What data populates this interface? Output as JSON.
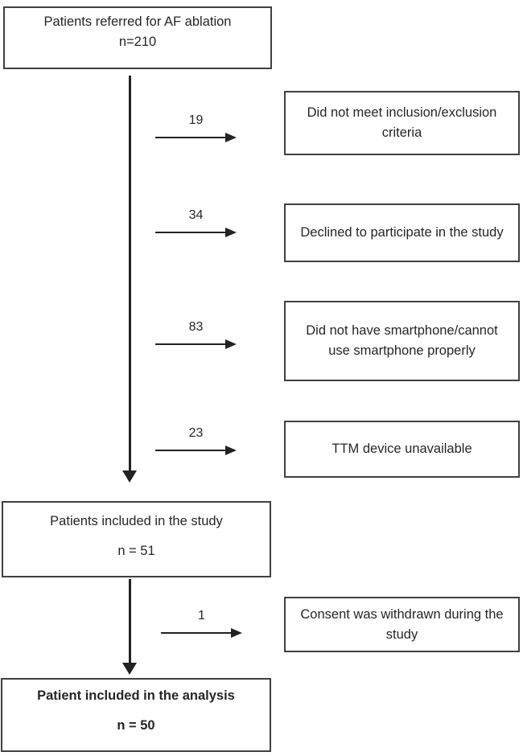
{
  "boxes": {
    "referred": {
      "text": "Patients referred for AF ablation",
      "n": "n=210"
    },
    "included_study": {
      "text": "Patients included in the study",
      "n": "n = 51"
    },
    "included_analysis": {
      "text": "Patient included in the analysis",
      "n": "n = 50"
    }
  },
  "exclusions": [
    {
      "count": "19",
      "reason": "Did not meet inclusion/exclusion criteria"
    },
    {
      "count": "34",
      "reason": "Declined to participate in the study"
    },
    {
      "count": "83",
      "reason": "Did not have smartphone/cannot use smartphone properly"
    },
    {
      "count": "23",
      "reason": "TTM device unavailable"
    },
    {
      "count": "1",
      "reason": "Consent was withdrawn during the study"
    }
  ],
  "colors": {
    "arrow": "#222222",
    "border": "#404040",
    "text": "#262626",
    "background": "#ffffff"
  }
}
